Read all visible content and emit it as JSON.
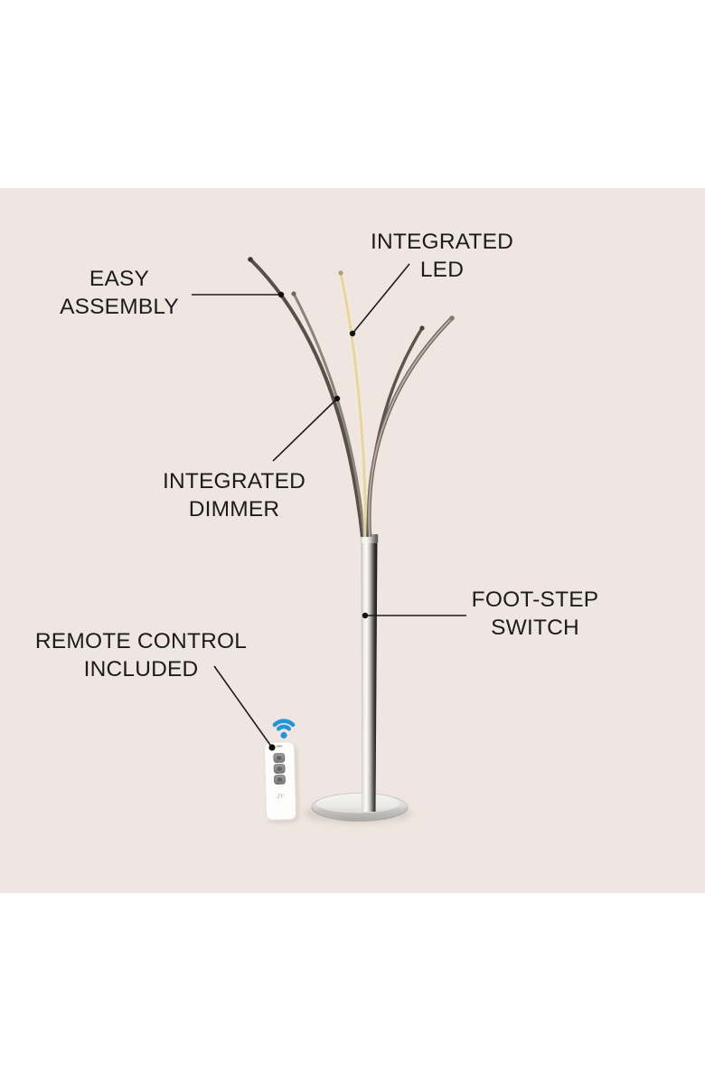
{
  "colors": {
    "page-bg": "#ffffff",
    "photo-bg": "#f0e6e1",
    "label-color": "#1c1c1c",
    "wifi-blue": "#2496d8"
  },
  "callouts": [
    {
      "id": "easy-assembly",
      "label": "EASY\nASSEMBLY"
    },
    {
      "id": "integrated-led",
      "label": "INTEGRATED\nLED"
    },
    {
      "id": "integrated-dimmer",
      "label": "INTEGRATED\nDIMMER"
    },
    {
      "id": "foot-step-switch",
      "label": "FOOT-STEP\nSWITCH"
    },
    {
      "id": "remote-control-included",
      "label": "REMOTE CONTROL\nINCLUDED"
    }
  ],
  "remote": {
    "brand_mark": "JY",
    "button_count": 3
  },
  "icons": {
    "wifi": "wifi-signal-icon"
  }
}
